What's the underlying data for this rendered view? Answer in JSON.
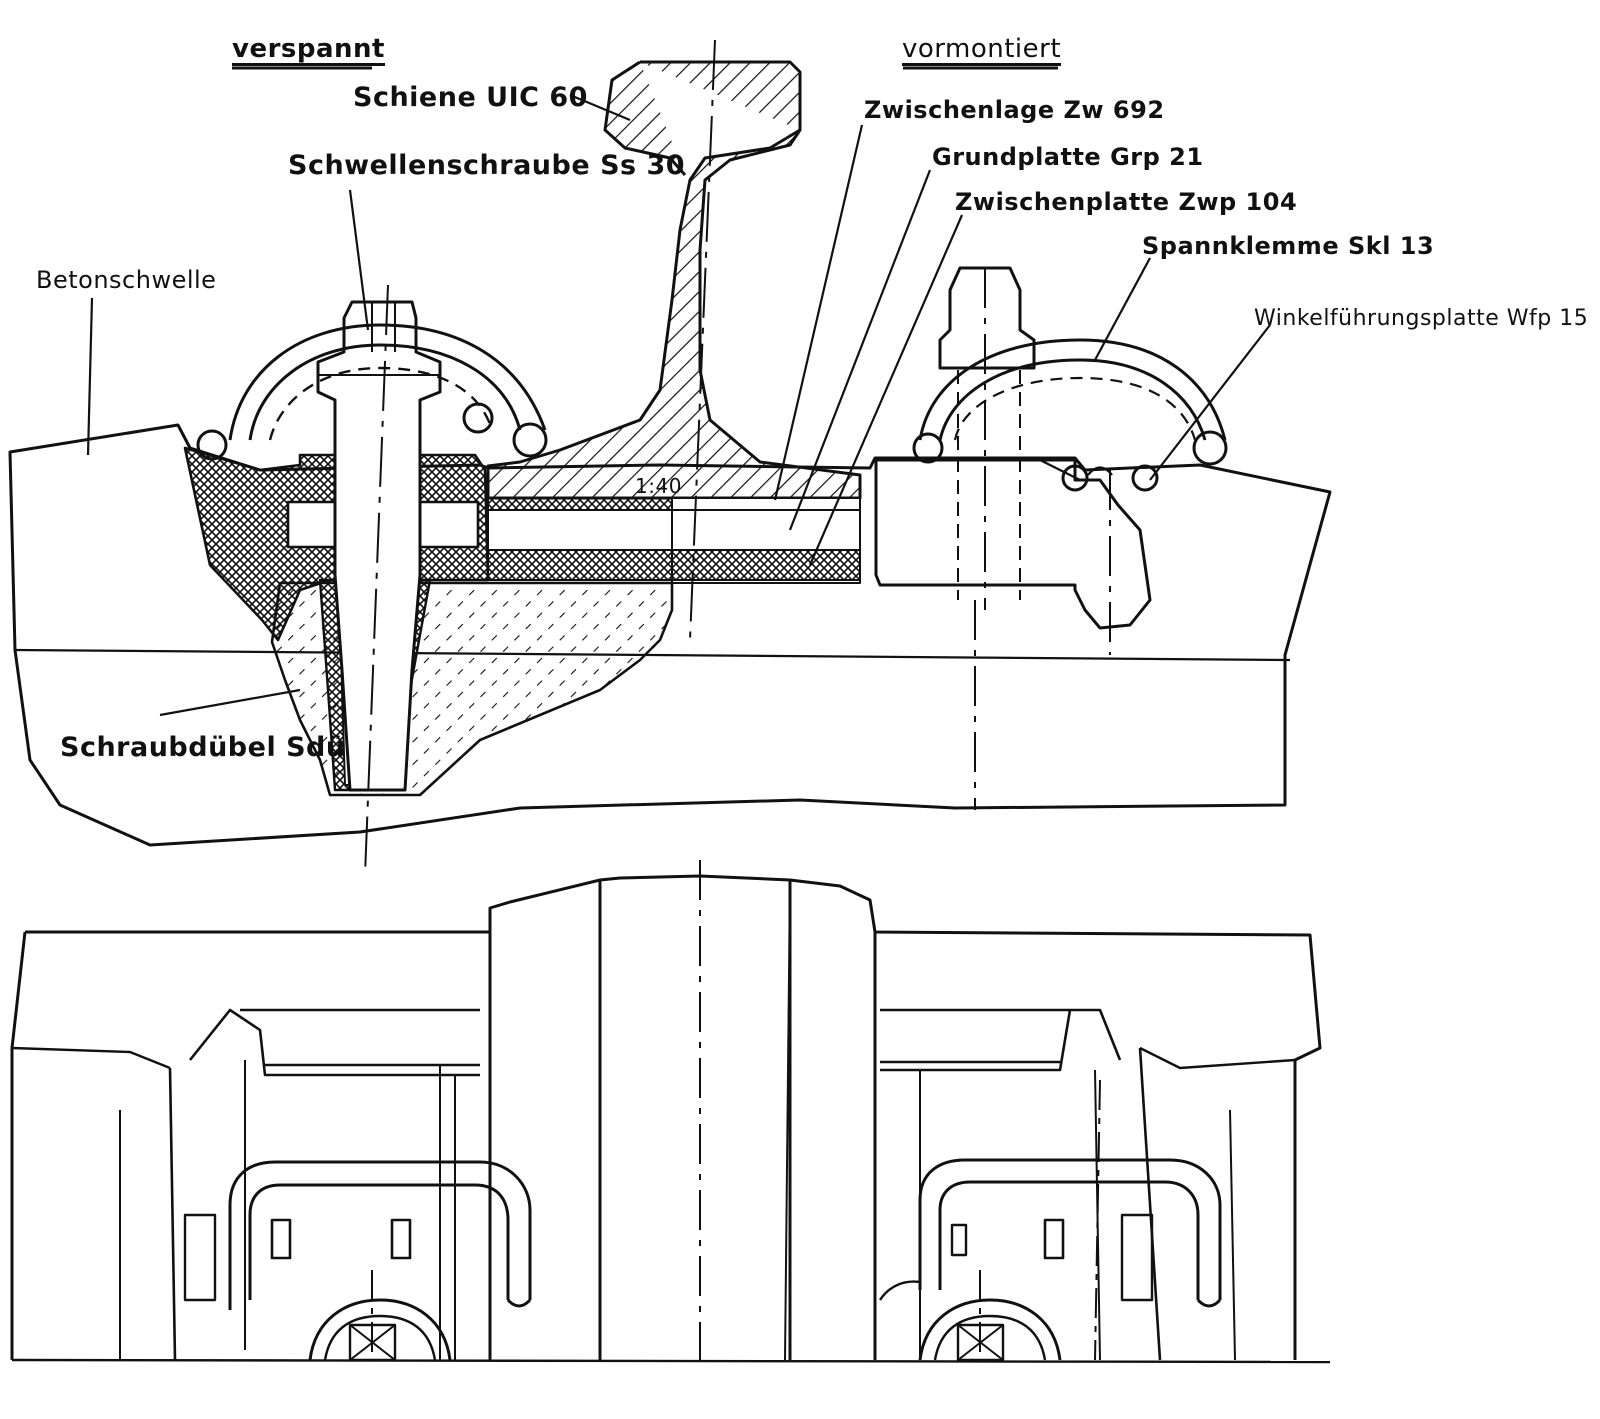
{
  "headings": {
    "left": "verspannt",
    "right": "vormontiert"
  },
  "labels": {
    "rail": "Schiene UIC 60",
    "sleeper_screw": "Schwellenschraube Ss 30",
    "concrete_sleeper": "Betonschwelle",
    "screw_dowel": "Schraubdübel Sdü",
    "intermediate_layer": "Zwischenlage Zw 692",
    "base_plate": "Grundplatte Grp 21",
    "intermediate_plate": "Zwischenplatte Zwp 104",
    "tension_clamp": "Spannklemme Skl 13",
    "angled_guide_plate": "Winkelführungsplatte Wfp 15",
    "inclination": "1:40"
  },
  "colors": {
    "ink": "#111111",
    "paper": "#ffffff"
  }
}
